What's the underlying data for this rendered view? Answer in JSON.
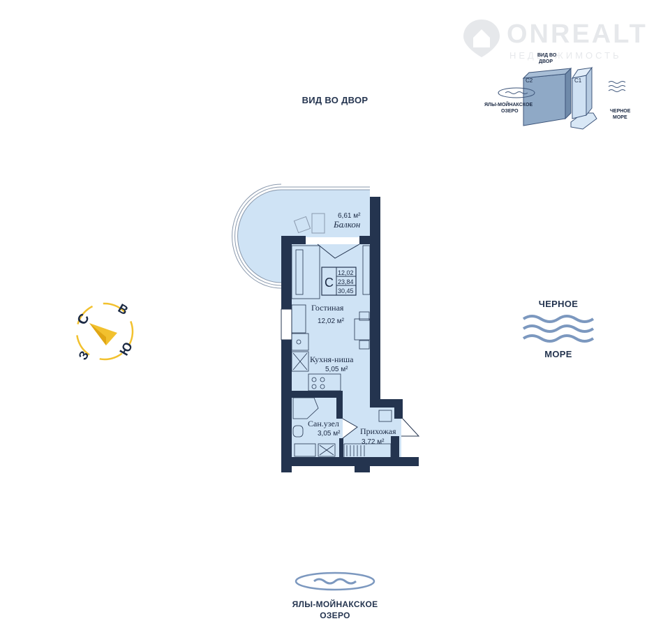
{
  "watermark": {
    "brand": "ONREALT",
    "subtitle": "НЕДВИЖИМОСТЬ"
  },
  "views": {
    "courtyard": "ВИД ВО ДВОР",
    "sea_line1": "ЧЕРНОЕ",
    "sea_line2": "МОРЕ",
    "lake_line1": "ЯЛЫ-МОЙНАКСКОЕ",
    "lake_line2": "ОЗЕРО"
  },
  "minimap": {
    "courtyard_line1": "ВИД ВО",
    "courtyard_line2": "ДВОР",
    "building1": "С1",
    "building2": "С2",
    "sea_line1": "ЧЕРНОЕ",
    "sea_line2": "МОРЕ",
    "lake_line1": "ЯЛЫ-МОЙНАКСКОЕ",
    "lake_line2": "ОЗЕРО"
  },
  "compass": {
    "north": "С",
    "east": "В",
    "south": "Ю",
    "west": "З"
  },
  "apartment": {
    "type": "С",
    "living_area": "12,02",
    "total_area": "23,84",
    "total_with_balcony": "30,45",
    "rooms": [
      {
        "name": "Балкон",
        "area": "6,61 м²"
      },
      {
        "name": "Гостиная",
        "area": "12,02 м²"
      },
      {
        "name": "Кухня-ниша",
        "area": "5,05 м²"
      },
      {
        "name": "Сан.узел",
        "area": "3,05 м²"
      },
      {
        "name": "Прихожая",
        "area": "3,72 м²"
      }
    ]
  },
  "colors": {
    "wall": "#24344f",
    "floor": "#cfe3f5",
    "compass": "#f2c12e",
    "minimap_c2": "#8fa9c6",
    "minimap_c1": "#cfe1f3"
  }
}
